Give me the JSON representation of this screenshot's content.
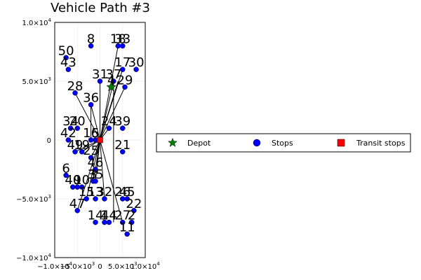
{
  "chart_data": {
    "type": "scatter",
    "title": "Vehicle Path #3",
    "xlabel": "",
    "ylabel": "",
    "xlim": [
      -10000,
      10000
    ],
    "ylim": [
      -10000,
      10000
    ],
    "grid": true,
    "legend_position": "right",
    "x_ticks": [
      {
        "value": -10000,
        "base": "−1.0×10",
        "exp": "4"
      },
      {
        "value": -5000,
        "base": "−5.0×10",
        "exp": "3"
      },
      {
        "value": 0,
        "base": "0",
        "exp": ""
      },
      {
        "value": 5000,
        "base": "5.0×10",
        "exp": "3"
      },
      {
        "value": 10000,
        "base": "1.0×10",
        "exp": "4"
      }
    ],
    "y_ticks": [
      {
        "value": 10000,
        "base": "1.0×10",
        "exp": "4"
      },
      {
        "value": 5000,
        "base": "5.0×10",
        "exp": "3"
      },
      {
        "value": 0,
        "base": "0",
        "exp": ""
      },
      {
        "value": -5000,
        "base": "−5.0×10",
        "exp": "3"
      },
      {
        "value": -10000,
        "base": "−1.0×10",
        "exp": "4"
      }
    ],
    "series": [
      {
        "name": "Depot",
        "marker": "star",
        "color": "#008000",
        "points": [
          [
            2500,
            4500
          ]
        ]
      },
      {
        "name": "Stops",
        "marker": "circle",
        "color": "#0000ff"
      },
      {
        "name": "Transit stops",
        "marker": "square",
        "color": "#ff0000",
        "points": [
          [
            0,
            0
          ]
        ]
      }
    ],
    "stops": [
      {
        "label": "50",
        "x": -7500,
        "y": 7000
      },
      {
        "label": "43",
        "x": -7000,
        "y": 6000
      },
      {
        "label": "8",
        "x": -2000,
        "y": 8000
      },
      {
        "label": "18",
        "x": 4000,
        "y": 8000
      },
      {
        "label": "33",
        "x": 5000,
        "y": 8000
      },
      {
        "label": "30",
        "x": 8000,
        "y": 6000
      },
      {
        "label": "17",
        "x": 5000,
        "y": 6000
      },
      {
        "label": "31",
        "x": 0,
        "y": 5000
      },
      {
        "label": "37",
        "x": 3000,
        "y": 5000
      },
      {
        "label": "4",
        "x": 2500,
        "y": 4500
      },
      {
        "label": "29",
        "x": 5500,
        "y": 4500
      },
      {
        "label": "28",
        "x": -5500,
        "y": 4000
      },
      {
        "label": "36",
        "x": -2000,
        "y": 3000
      },
      {
        "label": "34",
        "x": -6500,
        "y": 1000
      },
      {
        "label": "20",
        "x": -5000,
        "y": 1000
      },
      {
        "label": "24",
        "x": 2000,
        "y": 1000
      },
      {
        "label": "39",
        "x": 5000,
        "y": 1000
      },
      {
        "label": "42",
        "x": -7000,
        "y": 0
      },
      {
        "label": "16",
        "x": -2000,
        "y": 0
      },
      {
        "label": "5",
        "x": -1000,
        "y": 0
      },
      {
        "label": "49",
        "x": -5500,
        "y": -1000
      },
      {
        "label": "19",
        "x": -4000,
        "y": -1000
      },
      {
        "label": "21",
        "x": 5000,
        "y": -1000
      },
      {
        "label": "25",
        "x": -2000,
        "y": -1500
      },
      {
        "label": "6",
        "x": -7500,
        "y": -3000
      },
      {
        "label": "46",
        "x": -1000,
        "y": -2500
      },
      {
        "label": "40",
        "x": -6000,
        "y": -4000
      },
      {
        "label": "9",
        "x": -5000,
        "y": -4000
      },
      {
        "label": "10",
        "x": -4000,
        "y": -4000
      },
      {
        "label": "3",
        "x": -1500,
        "y": -3500
      },
      {
        "label": "35",
        "x": -1000,
        "y": -3500
      },
      {
        "label": "15",
        "x": -3000,
        "y": -5000
      },
      {
        "label": "13",
        "x": -1000,
        "y": -5000
      },
      {
        "label": "32",
        "x": 1000,
        "y": -5000
      },
      {
        "label": "26",
        "x": 5000,
        "y": -5000
      },
      {
        "label": "45",
        "x": 6000,
        "y": -5000
      },
      {
        "label": "47",
        "x": -5000,
        "y": -6000
      },
      {
        "label": "22",
        "x": 7500,
        "y": -6000
      },
      {
        "label": "14",
        "x": -1000,
        "y": -7000
      },
      {
        "label": "1",
        "x": 1000,
        "y": -7000
      },
      {
        "label": "44",
        "x": 2000,
        "y": -7000
      },
      {
        "label": "27",
        "x": 5000,
        "y": -7000
      },
      {
        "label": "2",
        "x": 7000,
        "y": -7000
      },
      {
        "label": "11",
        "x": 6000,
        "y": -8000
      }
    ],
    "routes": [
      [
        0,
        0,
        -5500,
        4000
      ],
      [
        0,
        0,
        -2000,
        3000
      ],
      [
        0,
        0,
        0,
        5000
      ],
      [
        0,
        0,
        3000,
        5000
      ],
      [
        0,
        0,
        4000,
        8000
      ],
      [
        0,
        0,
        5000,
        6000
      ],
      [
        0,
        0,
        5500,
        4500
      ],
      [
        0,
        0,
        2000,
        1000
      ],
      [
        0,
        0,
        -4000,
        -1000
      ],
      [
        0,
        0,
        -2000,
        -1500
      ],
      [
        0,
        0,
        -1000,
        -2500
      ],
      [
        0,
        0,
        -1000,
        -3500
      ],
      [
        0,
        0,
        -3000,
        -5000
      ],
      [
        0,
        0,
        -5000,
        -6000
      ],
      [
        0,
        0,
        1000,
        -5000
      ],
      [
        0,
        0,
        5000,
        -7000
      ],
      [
        0,
        0,
        -2000,
        0
      ],
      [
        0,
        0,
        -5500,
        -1000
      ],
      [
        0,
        0,
        4000,
        5000
      ],
      [
        3000,
        5000,
        3000,
        -7000
      ],
      [
        -2000,
        3000,
        -2000,
        0
      ]
    ]
  }
}
